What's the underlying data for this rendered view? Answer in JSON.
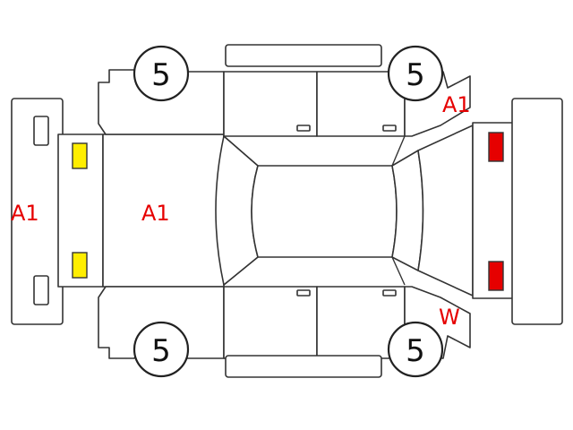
{
  "tire_scores": {
    "front_left": "5",
    "front_right": "5",
    "rear_left": "5",
    "rear_right": "5"
  },
  "damage_marks": {
    "rear_bumper": "A1",
    "trunk": "A1",
    "front_right_fender": "A1",
    "rear_right_door": "W"
  },
  "colors": {
    "rear_lamp_fill": "#ffee00",
    "front_lamp_fill": "#e60000",
    "mark_text": "#e60000",
    "outline": "#333333"
  }
}
